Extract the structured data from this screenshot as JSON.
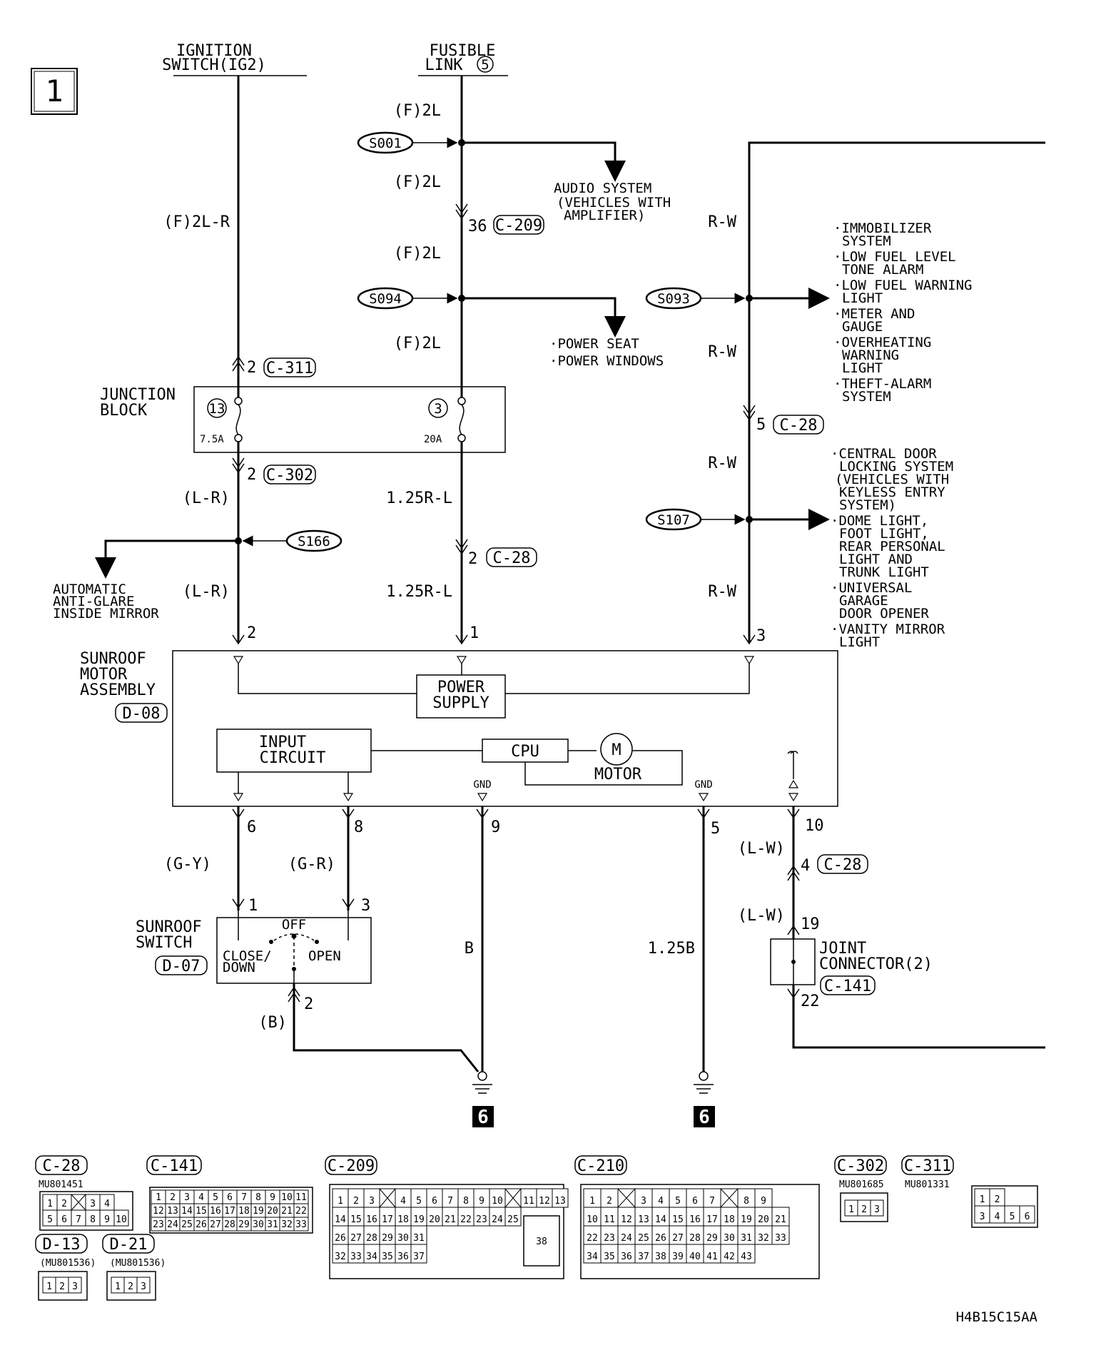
{
  "page_number": "1",
  "diagram_code": "H4B15C15AA",
  "power_sources": {
    "ignition": {
      "line1": "IGNITION",
      "line2": "SWITCH(IG2)"
    },
    "fusible": {
      "line1": "FUSIBLE",
      "line2": "LINK",
      "num": "5"
    }
  },
  "wires": {
    "f2l_r": "(F)2L-R",
    "f2l": "(F)2L",
    "rw": "R-W",
    "lr": "(L-R)",
    "r125rl": "1.25R-L",
    "gy": "(G-Y)",
    "gr": "(G-R)",
    "b_paren": "(B)",
    "b": "B",
    "b125": "1.25B",
    "lw": "(L-W)"
  },
  "splices": {
    "s001": "S001",
    "s094": "S094",
    "s093": "S093",
    "s107": "S107",
    "s166": "S166"
  },
  "connectors": {
    "c209": "C-209",
    "c311": "C-311",
    "c302": "C-302",
    "c28": "C-28",
    "c141": "C-141",
    "c210": "C-210",
    "d07": "D-07",
    "d08": "D-08",
    "d13": "D-13",
    "d21": "D-21"
  },
  "pins": {
    "p36": "36",
    "p2": "2",
    "p5": "5",
    "p1": "1",
    "p3": "3",
    "p6": "6",
    "p8": "8",
    "p9": "9",
    "p10": "10",
    "p4": "4",
    "p19": "19",
    "p22": "22"
  },
  "audio": {
    "l1": "AUDIO SYSTEM",
    "l2": "(VEHICLES WITH",
    "l3": "AMPLIFIER)"
  },
  "seat": {
    "l1": "·POWER SEAT",
    "l2": "·POWER WINDOWS"
  },
  "mirror": {
    "l1": "AUTOMATIC",
    "l2": "ANTI-GLARE",
    "l3": "INSIDE MIRROR"
  },
  "right_list_1": [
    "·IMMOBILIZER",
    "SYSTEM",
    "·LOW FUEL LEVEL",
    "TONE ALARM",
    "·LOW FUEL WARNING",
    "LIGHT",
    "·METER AND",
    "GAUGE",
    "·OVERHEATING",
    "WARNING",
    "LIGHT",
    "·THEFT-ALARM",
    "SYSTEM"
  ],
  "right_list_2": [
    "·CENTRAL DOOR",
    "LOCKING SYSTEM",
    "(VEHICLES WITH",
    "KEYLESS ENTRY",
    "SYSTEM)",
    "·DOME LIGHT,",
    "FOOT LIGHT,",
    "REAR PERSONAL",
    "LIGHT AND",
    "TRUNK LIGHT",
    "·UNIVERSAL",
    "GARAGE",
    "DOOR OPENER",
    "·VANITY MIRROR",
    "LIGHT"
  ],
  "junction": {
    "l1": "JUNCTION",
    "l2": "BLOCK",
    "fuse13": "13",
    "fuse3": "3",
    "amp13": "7.5A",
    "amp3": "20A"
  },
  "sunroof_motor": {
    "l1": "SUNROOF",
    "l2": "MOTOR",
    "l3": "ASSEMBLY"
  },
  "power_supply": {
    "l1": "POWER",
    "l2": "SUPPLY"
  },
  "input_circuit": {
    "l1": "INPUT",
    "l2": "CIRCUIT"
  },
  "cpu": "CPU",
  "motor": "MOTOR",
  "motor_symbol": "M",
  "gnd": "GND",
  "sunroof_switch": {
    "l1": "SUNROOF",
    "l2": "SWITCH",
    "off": "OFF",
    "close": "CLOSE/",
    "down": "DOWN",
    "open": "OPEN"
  },
  "joint": {
    "l1": "JOINT",
    "l2": "CONNECTOR(2)"
  },
  "ground_no": "6",
  "part_numbers": {
    "c28": "MU801451",
    "c302": "MU801685",
    "c311": "MU801331",
    "d13": "(MU801536)",
    "d21": "(MU801536)"
  },
  "c28_rows": [
    [
      "1",
      "2",
      "",
      "3",
      "4"
    ],
    [
      "5",
      "6",
      "7",
      "8",
      "9",
      "10"
    ]
  ],
  "c141_rows": [
    [
      "1",
      "2",
      "3",
      "4",
      "5",
      "6",
      "7",
      "8",
      "9",
      "10",
      "11"
    ],
    [
      "12",
      "13",
      "14",
      "15",
      "16",
      "17",
      "18",
      "19",
      "20",
      "21",
      "22"
    ],
    [
      "23",
      "24",
      "25",
      "26",
      "27",
      "28",
      "29",
      "30",
      "31",
      "32",
      "33"
    ]
  ],
  "c209_rows": [
    [
      "1",
      "2",
      "3",
      "",
      "4",
      "5",
      "6",
      "7",
      "8",
      "9",
      "10",
      "",
      "11",
      "12",
      "13"
    ],
    [
      "14",
      "15",
      "16",
      "17",
      "18",
      "19",
      "20",
      "21",
      "22",
      "23",
      "24",
      "25"
    ],
    [
      "26",
      "27",
      "28",
      "29",
      "30",
      "31"
    ],
    [
      "32",
      "33",
      "34",
      "35",
      "36",
      "37"
    ]
  ],
  "c209_38": "38",
  "c210_rows": [
    [
      "1",
      "2",
      "",
      "3",
      "4",
      "5",
      "6",
      "7",
      "",
      "8",
      "9"
    ],
    [
      "10",
      "11",
      "12",
      "13",
      "14",
      "15",
      "16",
      "17",
      "18",
      "19",
      "20",
      "21"
    ],
    [
      "22",
      "23",
      "24",
      "25",
      "26",
      "27",
      "28",
      "29",
      "30",
      "31",
      "32",
      "33"
    ],
    [
      "34",
      "35",
      "36",
      "37",
      "38",
      "39",
      "40",
      "41",
      "42",
      "43"
    ]
  ],
  "c302_pins": [
    "1",
    "2",
    "3"
  ],
  "c311_pins": [
    "1",
    "2",
    "3",
    "4",
    "5",
    "6"
  ],
  "d13_pins": [
    "1",
    "2",
    "3"
  ],
  "d21_pins": [
    "1",
    "2",
    "3"
  ]
}
